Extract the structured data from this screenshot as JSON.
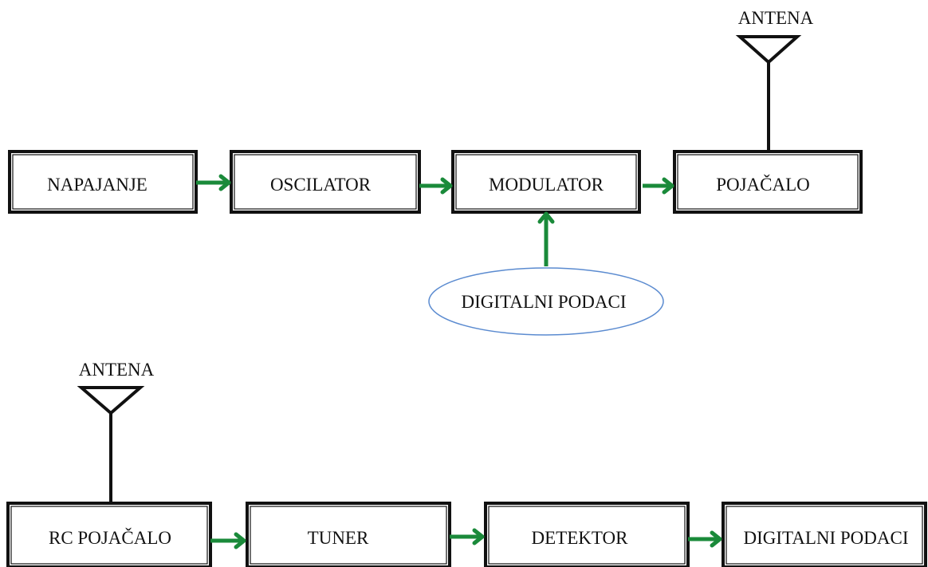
{
  "transmitter": {
    "antenna_label": "ANTENA",
    "blocks": [
      "NAPAJANJE",
      "OSCILATOR",
      "MODULATOR",
      "POJAČALO"
    ],
    "data_input": "DIGITALNI PODACI"
  },
  "receiver": {
    "antenna_label": "ANTENA",
    "blocks": [
      "RC POJAČALO",
      "TUNER",
      "DETEKTOR",
      "DIGITALNI PODACI"
    ]
  },
  "colors": {
    "arrow": "#1a8a3a",
    "outline": "#111111",
    "ellipse_border": "#5b8bd0"
  }
}
